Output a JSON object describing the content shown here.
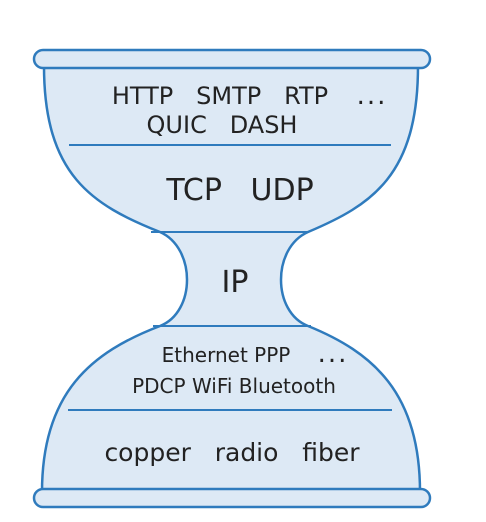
{
  "colors": {
    "fill": "#dde9f5",
    "stroke": "#2f7bbd",
    "text": "#222222"
  },
  "layers": {
    "application": {
      "line1": "HTTP   SMTP   RTP",
      "line2": "QUIC   DASH",
      "ellipsis": "..."
    },
    "transport": {
      "line1": "TCP   UDP"
    },
    "network": {
      "line1": "IP"
    },
    "link": {
      "line1": "Ethernet PPP",
      "ellipsis": "...",
      "line2": "PDCP WiFi Bluetooth"
    },
    "physical": {
      "line1": "copper   radio   fiber"
    }
  }
}
